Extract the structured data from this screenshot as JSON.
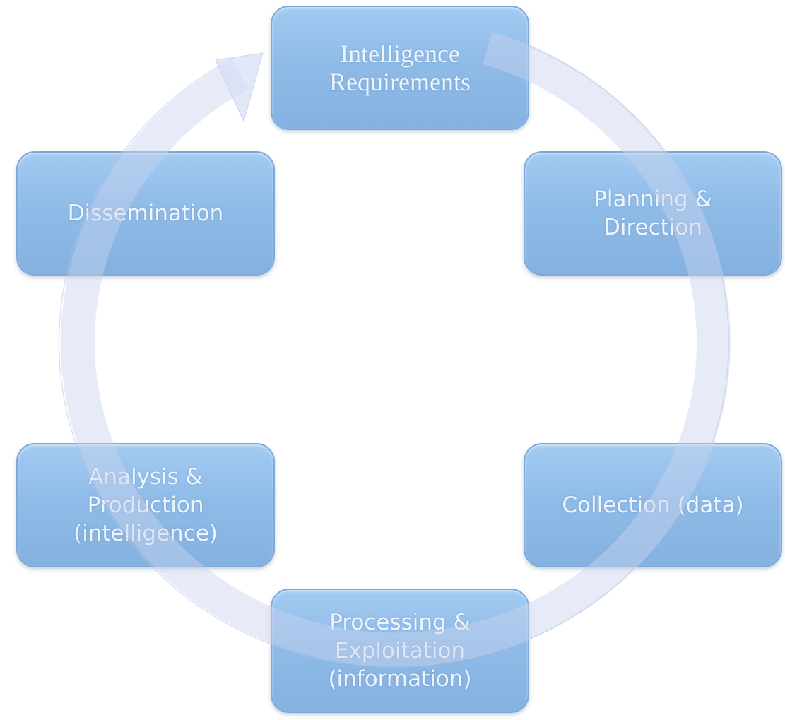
{
  "diagram": {
    "type": "cycle",
    "steps": [
      {
        "label": "Intelligence\nRequirements"
      },
      {
        "label": "Planning &\nDirection"
      },
      {
        "label": "Collection (data)"
      },
      {
        "label": "Processing &\nExploitation\n(information)"
      },
      {
        "label": "Analysis &\nProduction\n(intelligence)"
      },
      {
        "label": "Dissemination"
      }
    ],
    "colors": {
      "box": "#8fbbe8",
      "ring": "#dfe6f6",
      "text": "#eef5fd"
    }
  }
}
